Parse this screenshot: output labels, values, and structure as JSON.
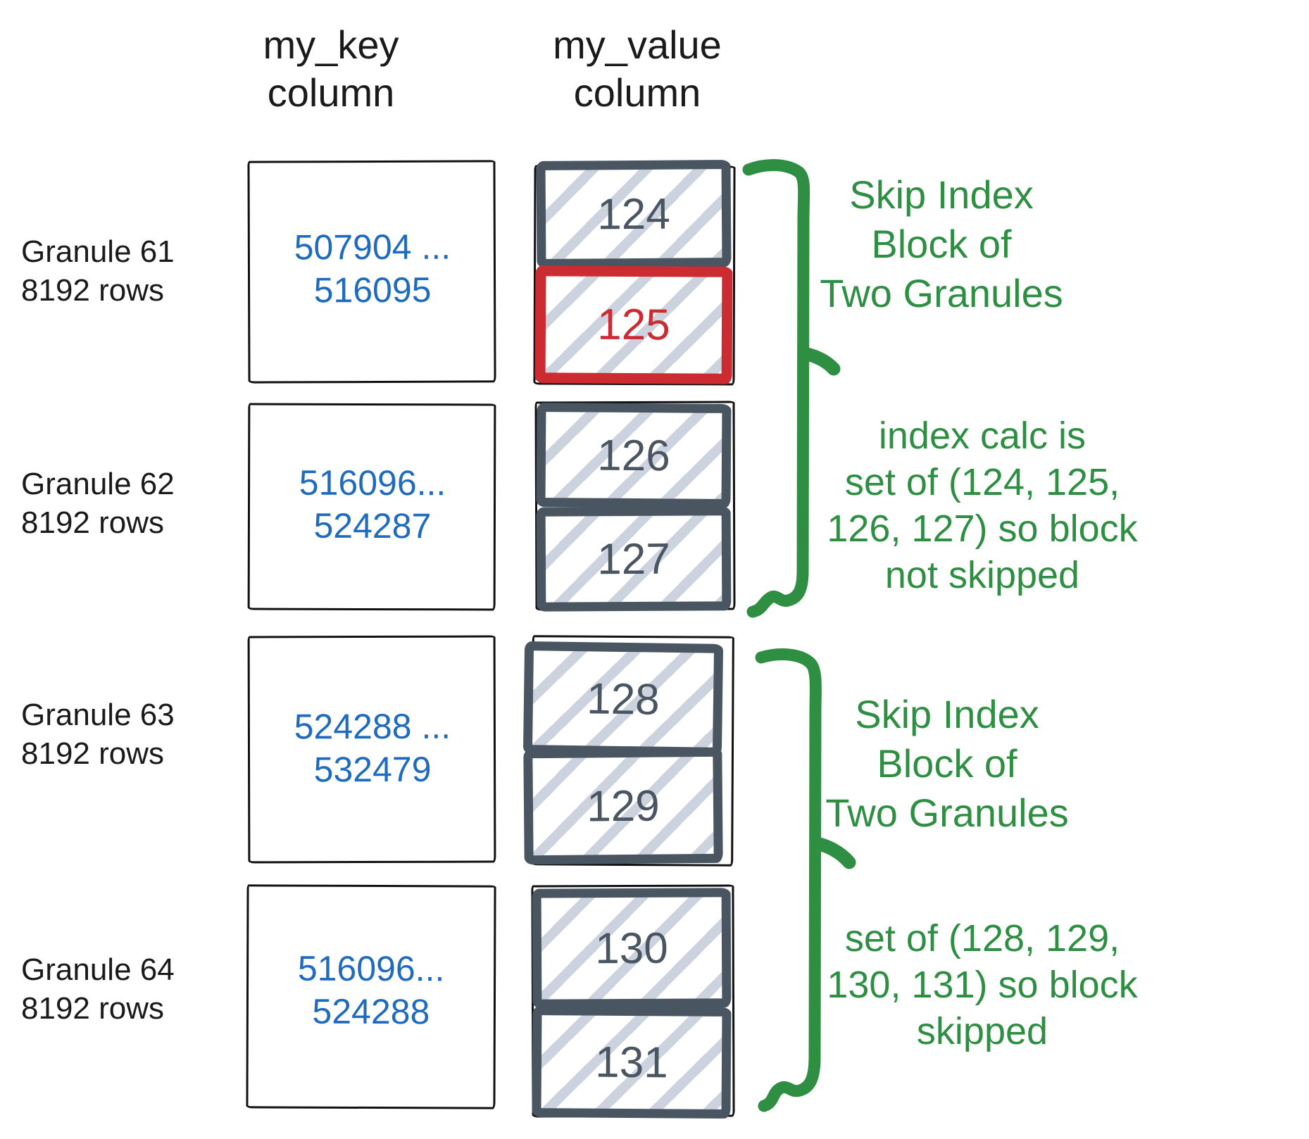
{
  "headers": [
    {
      "lines": [
        "my_key",
        "column"
      ]
    },
    {
      "lines": [
        "my_value",
        "column"
      ]
    }
  ],
  "granules": [
    {
      "label": "Granule 61",
      "rows": "8192 rows",
      "key_start": "507904 ...",
      "key_end": "516095",
      "blocks": [
        {
          "value": "124",
          "highlighted": false
        },
        {
          "value": "125",
          "highlighted": true
        }
      ]
    },
    {
      "label": "Granule 62",
      "rows": "8192 rows",
      "key_start": "516096...",
      "key_end": "524287",
      "blocks": [
        {
          "value": "126",
          "highlighted": false
        },
        {
          "value": "127",
          "highlighted": false
        }
      ]
    },
    {
      "label": "Granule 63",
      "rows": "8192 rows",
      "key_start": "524288 ...",
      "key_end": "532479",
      "blocks": [
        {
          "value": "128",
          "highlighted": false
        },
        {
          "value": "129",
          "highlighted": false
        }
      ]
    },
    {
      "label": "Granule 64",
      "rows": "8192 rows",
      "key_start": "516096...",
      "key_end": "524288",
      "blocks": [
        {
          "value": "130",
          "highlighted": false
        },
        {
          "value": "131",
          "highlighted": false
        }
      ]
    }
  ],
  "annotations": [
    {
      "lines": [
        "Skip Index",
        "Block of",
        "Two Granules"
      ]
    },
    {
      "lines": [
        "index calc is",
        "set of (124, 125,",
        "126, 127) so block",
        "not skipped"
      ]
    },
    {
      "lines": [
        "Skip Index",
        "Block of",
        "Two Granules"
      ]
    },
    {
      "lines": [
        "set of (128, 129,",
        "130, 131) so block",
        "skipped"
      ]
    }
  ],
  "colors": {
    "green": "#2e8f43",
    "blue": "#1e6bbf",
    "slate": "#4a5562",
    "red": "#cb2b31",
    "hatch": "#ccd3de",
    "ink": "#111111"
  }
}
